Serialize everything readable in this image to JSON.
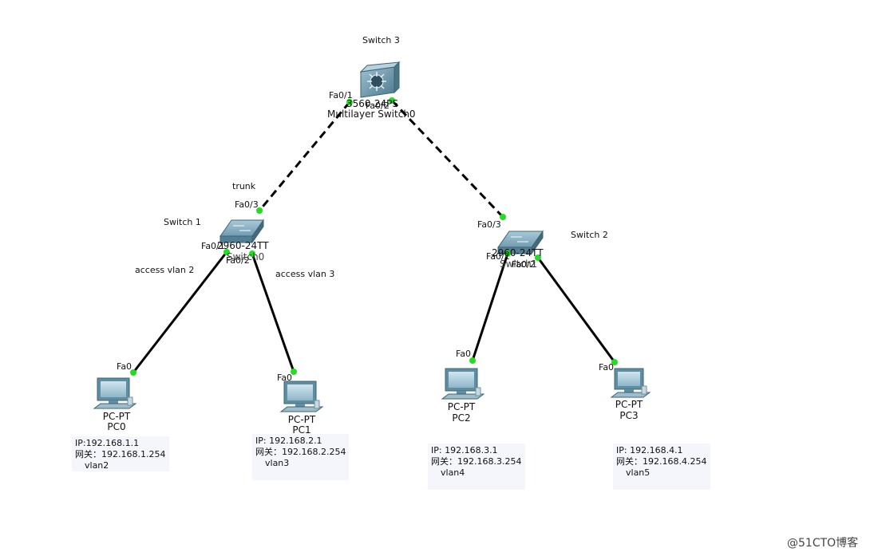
{
  "devices": {
    "switch3": {
      "title": "Switch 3",
      "model": "3560-24PS",
      "name": "Multilayer Switch0"
    },
    "switch1": {
      "title": "Switch 1",
      "model": "2960-24TT",
      "name": "Switch0"
    },
    "switch2": {
      "title": "Switch 2",
      "model": "2960-24TT",
      "name": "Switch1"
    },
    "pc0": {
      "type": "PC-PT",
      "name": "PC0"
    },
    "pc1": {
      "type": "PC-PT",
      "name": "PC1"
    },
    "pc2": {
      "type": "PC-PT",
      "name": "PC2"
    },
    "pc3": {
      "type": "PC-PT",
      "name": "PC3"
    }
  },
  "ports": {
    "s3_fa01": "Fa0/1",
    "s3_fa02": "Fa0/2",
    "s1_fa03": "Fa0/3",
    "s1_fa01": "Fa0/1",
    "s1_fa02": "Fa0/2",
    "s2_fa03": "Fa0/3",
    "s2_fa01": "Fa0/1",
    "s2_fa02": "Fa0/2",
    "pc0_fa0": "Fa0",
    "pc1_fa0": "Fa0",
    "pc2_fa0": "Fa0",
    "pc3_fa0": "Fa0"
  },
  "link_labels": {
    "trunk": "trunk",
    "access2": "access vlan 2",
    "access3": "access vlan 3"
  },
  "notes": [
    {
      "ip": "IP:192.168.1.1",
      "gw": "网关：192.168.1.254",
      "vlan": "vlan2"
    },
    {
      "ip": "IP:  192.168.2.1",
      "gw": "网关：192.168.2.254",
      "vlan": "vlan3"
    },
    {
      "ip": "IP:  192.168.3.1",
      "gw": "网关：192.168.3.254",
      "vlan": "vlan4"
    },
    {
      "ip": "IP:  192.168.4.1",
      "gw": "网关：192.168.4.254",
      "vlan": "vlan5"
    }
  ],
  "watermark": "@51CTO博客",
  "colors": {
    "link": "#000000",
    "port_up": "#22dd22",
    "switch_body": "#6f9bb0",
    "pc_body": "#7fa8bb",
    "note_bg": "#f4f6fb"
  }
}
